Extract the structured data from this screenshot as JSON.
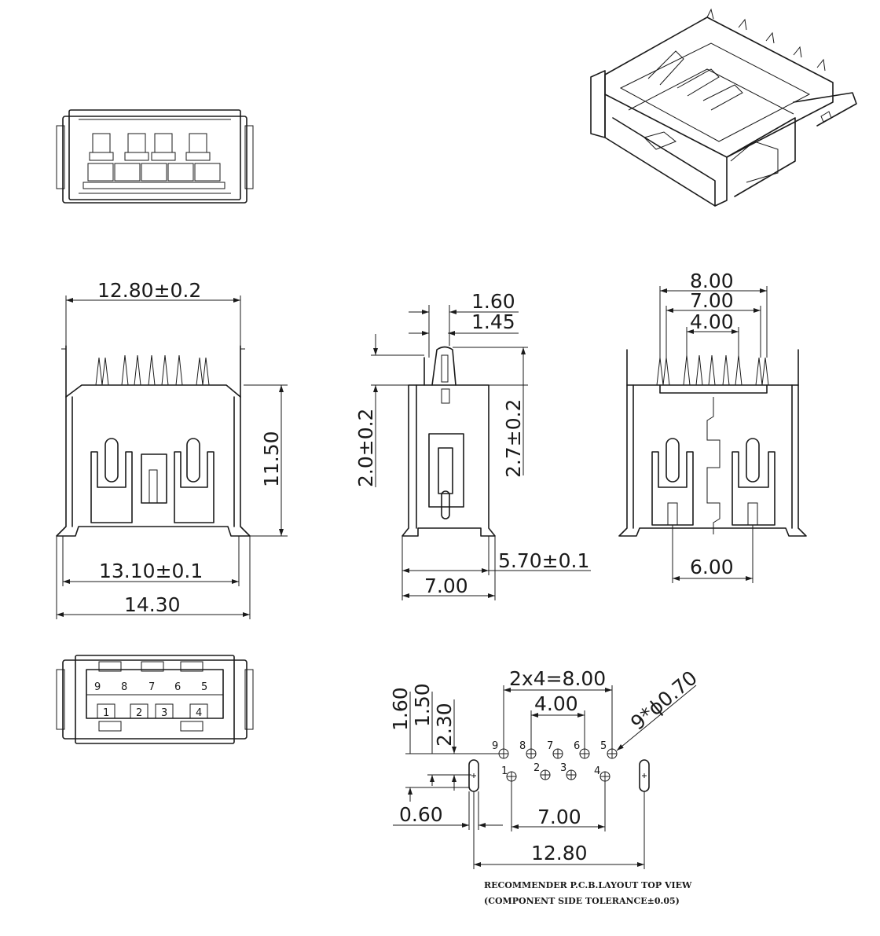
{
  "dimensions": {
    "front_width": "12.80±0.2",
    "front_height": "11.50",
    "front_base_width": "13.10±0.1",
    "front_overall_width": "14.30",
    "side_pin_width_a": "1.60",
    "side_pin_width_b": "1.45",
    "side_height_left": "2.0±0.2",
    "side_height_right": "2.7±0.2",
    "side_depth_a": "5.70±0.1",
    "side_depth_b": "7.00",
    "rear_span_a": "8.00",
    "rear_span_b": "7.00",
    "rear_span_c": "4.00",
    "rear_span_d": "6.00",
    "pcb_pitch": "2x4=8.00",
    "pcb_inner": "4.00",
    "pcb_hole": "9*ϕ0.70",
    "pcb_off_a": "1.60",
    "pcb_off_b": "1.50",
    "pcb_off_c": "2.30",
    "pcb_slot": "0.60",
    "pcb_bottom_span": "7.00",
    "pcb_overall": "12.80"
  },
  "pins": {
    "bottom_top_row": [
      "9",
      "8",
      "7",
      "6",
      "5"
    ],
    "bottom_bottom_row": [
      "1",
      "2",
      "3",
      "4"
    ],
    "pcb": [
      "9",
      "8",
      "7",
      "6",
      "5",
      "1",
      "2",
      "3",
      "4"
    ]
  },
  "notes": {
    "line1": "RECOMMENDER P.C.B.LAYOUT TOP VIEW",
    "line2": "(COMPONENT SIDE TOLERANCE±0.05)"
  }
}
